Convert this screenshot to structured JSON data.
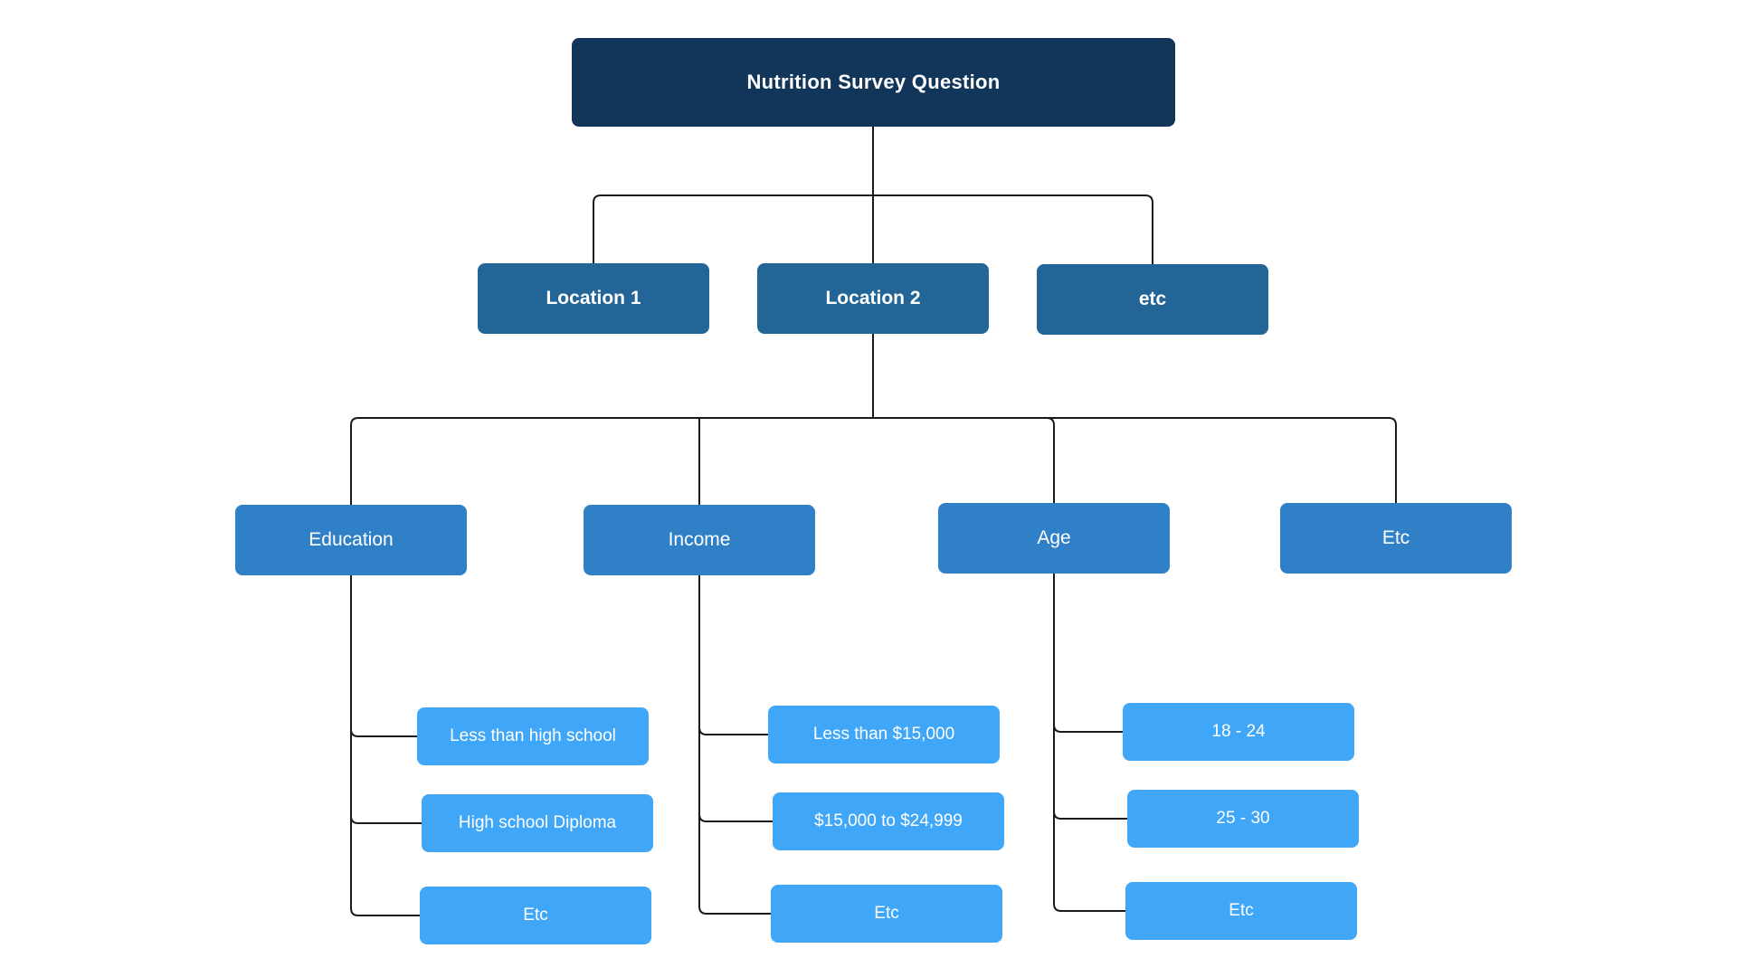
{
  "root": {
    "label": "Nutrition Survey Question"
  },
  "locations": [
    {
      "label": "Location 1"
    },
    {
      "label": "Location 2"
    },
    {
      "label": "etc"
    }
  ],
  "categories": [
    {
      "label": "Education"
    },
    {
      "label": "Income"
    },
    {
      "label": "Age"
    },
    {
      "label": "Etc"
    }
  ],
  "education_options": [
    {
      "label": "Less than high school"
    },
    {
      "label": "High school Diploma"
    },
    {
      "label": "Etc"
    }
  ],
  "income_options": [
    {
      "label": "Less than $15,000"
    },
    {
      "label": "$15,000 to $24,999"
    },
    {
      "label": "Etc"
    }
  ],
  "age_options": [
    {
      "label": "18 - 24"
    },
    {
      "label": "25 - 30"
    },
    {
      "label": "Etc"
    }
  ],
  "colors": {
    "root": "#12355a",
    "location": "#236597",
    "category": "#2f80c6",
    "option": "#40a6f8",
    "connector": "#1a1a1a"
  }
}
